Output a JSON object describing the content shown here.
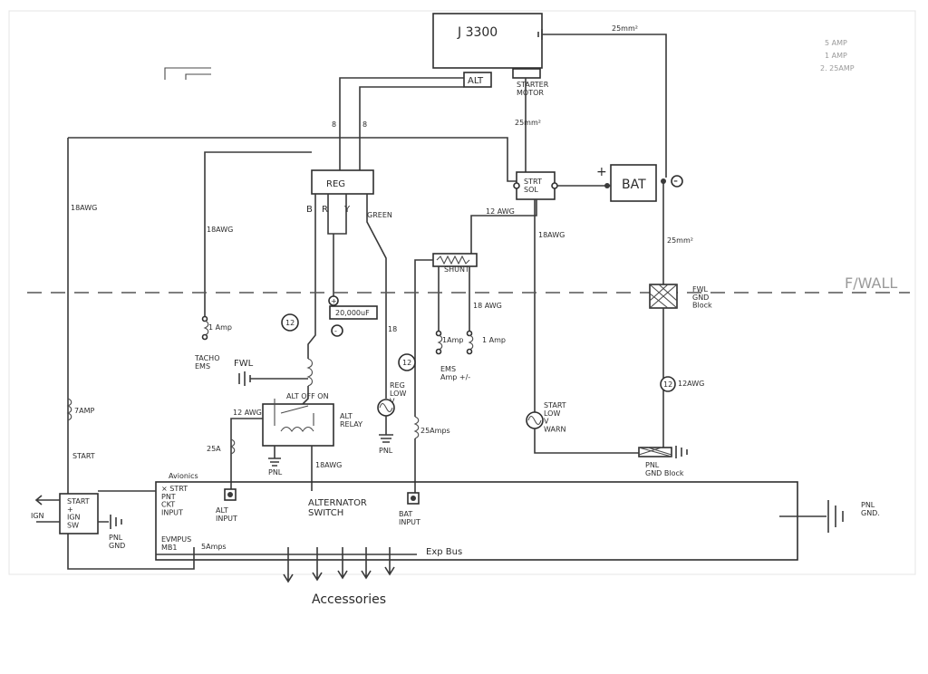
{
  "components": {
    "engine": "J 3300",
    "alt_terminal": "ALT",
    "starter_motor": "STARTER\nMOTOR",
    "regulator": "REG",
    "reg_terminals": [
      "B",
      "R",
      "Y"
    ],
    "green": "GREEN",
    "starter_sol": "STRT\nSOL",
    "battery": "BAT",
    "battery_pos": "+",
    "battery_neg": "-",
    "shunt": "SHUNT",
    "fwl_gnd_block": "FWL\nGND\nBlock",
    "firewall": "F/WALL",
    "pnl_gnd_block": "PNL\nGND Block",
    "pnl_gnd": "PNL\nGND.",
    "capacitor": "20,000uF",
    "cap_pos": "+",
    "cap_neg": "-",
    "alt_relay": "ALT\nRELAY",
    "alt_off_on": "ALT OFF  ON",
    "fwl_ground": "FWL",
    "pnl_ground_small": "PNL",
    "reg_lowv": "REG\nLOW\nV",
    "reg_lowv_gnd": "PNL",
    "start_lowv": "START\nLOW\nV\nWARN",
    "tacho_ems": "TACHO\nEMS",
    "ems_amp": "EMS\nAmp +/-",
    "start_ign_sw": "START\n+\nIGN\nSW",
    "ign": "IGN",
    "pnl_gnd_sw": "PNL\nGND",
    "avionics": "Avionics",
    "strt_pnt": "× STRT\nPNT\nCKT\nINPUT",
    "alt_input": "ALT\nINPUT",
    "alternator_switch": "ALTERNATOR\nSWITCH",
    "bat_input": "BAT\nINPUT",
    "exp_bus": "Exp  Bus",
    "mb1": "EVMPUS\nMB1",
    "accessories": "Accessories",
    "start_label": "START",
    "circle_12_a": "12",
    "circle_12_b": "12",
    "circle_12_c": "12"
  },
  "wire_labels": {
    "w_8_left": "8",
    "w_8_right": "8",
    "w_25_top": "25mm²",
    "w_25_sol": "25mm²",
    "w_25_right": "25mm²",
    "w_18_left": "18AWG",
    "w_18_tacho": "18AWG",
    "w_12_shunt": "12 AWG",
    "w_18_sol": "18AWG",
    "w_18_shunt": "18 AWG",
    "w_18_green": "18",
    "w_18_relay": "18AWG",
    "w_12_relay": "12 AWG",
    "w_12_gnd": "12AWG",
    "w_25a": "25A",
    "w_1amp": "1 Amp",
    "w_1amp_b": "1Amp",
    "w_1amp_c": "1 Amp",
    "w_7amp": "7AMP",
    "w_25amps": "25Amps",
    "w_5amps": "5Amps",
    "legend": [
      "5 AMP",
      "1 AMP",
      "2. 25AMP"
    ]
  }
}
